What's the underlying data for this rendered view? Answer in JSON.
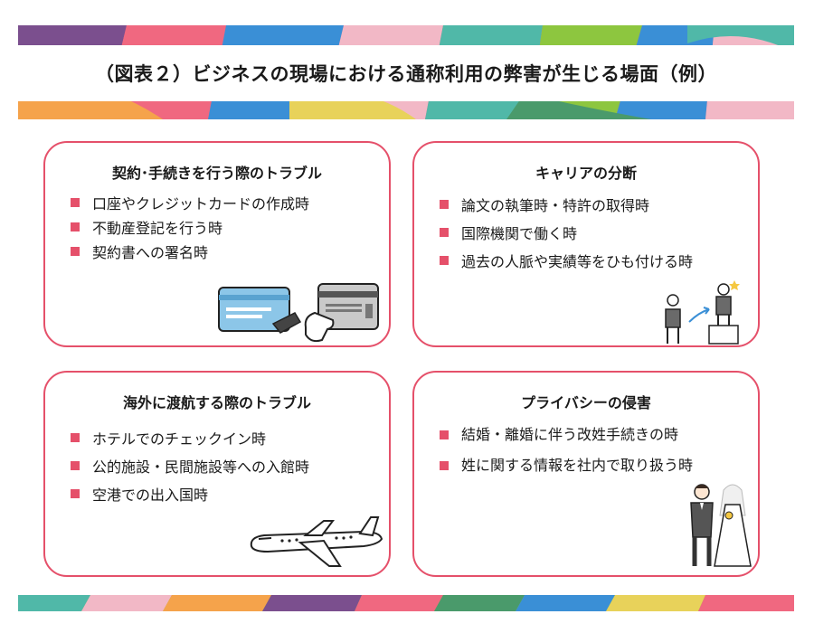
{
  "title": "（図表２）ビジネスの現場における通称利用の弊害が生じる場面（例）",
  "colors": {
    "accent": "#e5506a",
    "palette": [
      "#7b4f8e",
      "#f06880",
      "#50b8a8",
      "#f5a34b",
      "#3a8fd6",
      "#8dc63f",
      "#f2b8c6",
      "#4a9a6b",
      "#e8d25a"
    ]
  },
  "cards": {
    "contract": {
      "title": "契約･手続きを行う際のトラブル",
      "items": [
        "口座やクレジットカードの作成時",
        "不動産登記を行う時",
        "契約書への署名時"
      ],
      "illustration": "credit-card-icon"
    },
    "career": {
      "title": "キャリアの分断",
      "items": [
        "論文の執筆時・特許の取得時",
        "国際機関で働く時",
        "過去の人脈や実績等をひも付ける時"
      ],
      "illustration": "career-step-icon"
    },
    "travel": {
      "title": "海外に渡航する際のトラブル",
      "items": [
        "ホテルでのチェックイン時",
        "公的施設・民間施設等への入館時",
        "空港での出入国時"
      ],
      "illustration": "airplane-icon"
    },
    "privacy": {
      "title": "プライバシーの侵害",
      "items": [
        "結婚・離婚に伴う改姓手続きの時",
        "姓に関する情報を社内で取り扱う時"
      ],
      "illustration": "wedding-couple-icon"
    }
  }
}
